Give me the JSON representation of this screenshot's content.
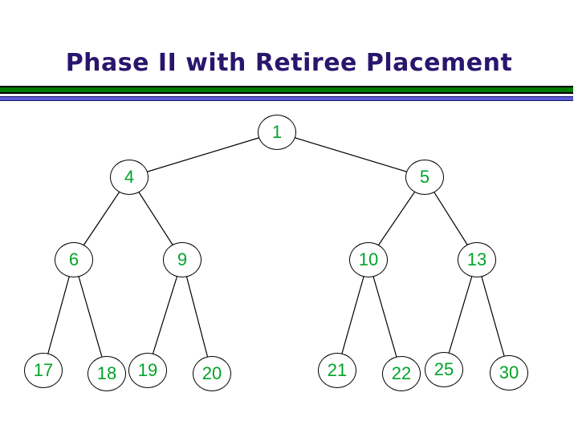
{
  "slide": {
    "title": "Phase II with Retiree Placement",
    "colors": {
      "title_text": "#28166E",
      "rule_green": "#007B00",
      "rule_blue": "#5B5BD8",
      "rule_edge": "#191966",
      "node_number": "#00A428",
      "node_outline": "#000000"
    }
  },
  "tree": {
    "description": "binary tree (min-heap) diagram",
    "nodes": [
      {
        "value": "1"
      },
      {
        "value": "4"
      },
      {
        "value": "5"
      },
      {
        "value": "6"
      },
      {
        "value": "9"
      },
      {
        "value": "10"
      },
      {
        "value": "13"
      },
      {
        "value": "17"
      },
      {
        "value": "18"
      },
      {
        "value": "19"
      },
      {
        "value": "20"
      },
      {
        "value": "21"
      },
      {
        "value": "22"
      },
      {
        "value": "25"
      },
      {
        "value": "30"
      }
    ],
    "edges": [
      [
        "1",
        "4"
      ],
      [
        "1",
        "5"
      ],
      [
        "4",
        "6"
      ],
      [
        "4",
        "9"
      ],
      [
        "5",
        "10"
      ],
      [
        "5",
        "13"
      ],
      [
        "6",
        "17"
      ],
      [
        "6",
        "18"
      ],
      [
        "9",
        "19"
      ],
      [
        "9",
        "20"
      ],
      [
        "10",
        "21"
      ],
      [
        "10",
        "22"
      ],
      [
        "13",
        "25"
      ],
      [
        "13",
        "30"
      ]
    ]
  }
}
